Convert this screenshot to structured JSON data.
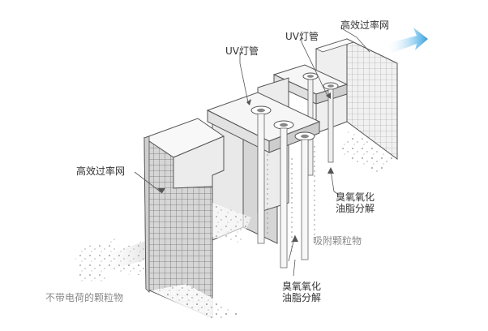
{
  "labels": {
    "hepa_top": "高效过率网",
    "uv_top": "UV灯管",
    "uv_left": "UV灯管",
    "hepa_left": "高效过率网",
    "ozone_right": "臭氧氧化\n油脂分解",
    "adsorbed": "吸附颗粒物",
    "uncharged": "不带电荷的颗粒物",
    "ozone_bottom": "臭氧氧化\n油脂分解"
  },
  "colors": {
    "outline": "#555555",
    "panel": "#f2f2f2",
    "shadow": "#c8c8c8",
    "airflow_arrow": "#3ea6e0",
    "mesh": "#7a7a7a"
  }
}
